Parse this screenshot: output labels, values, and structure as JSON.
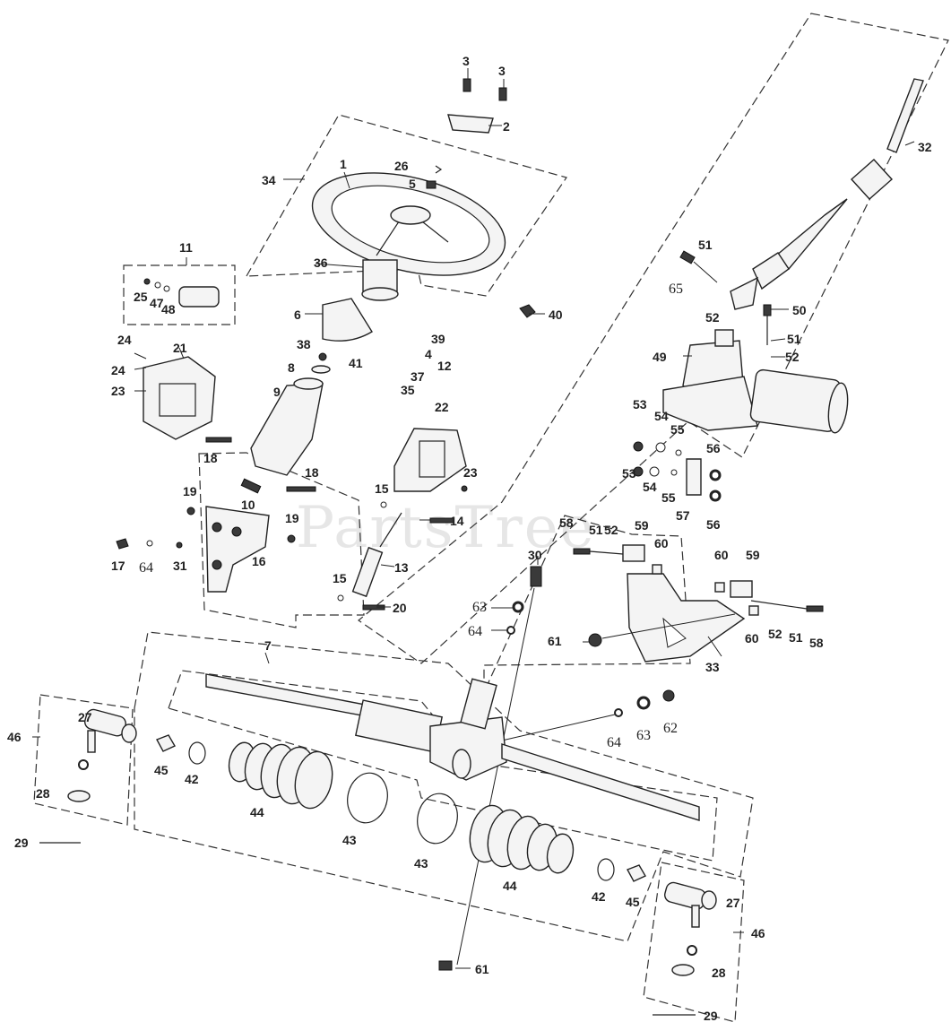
{
  "watermark": "PartsTree",
  "callouts": [
    {
      "id": "c-3a",
      "text": "3"
    },
    {
      "id": "c-3b",
      "text": "3"
    },
    {
      "id": "c-2",
      "text": "2"
    },
    {
      "id": "c-34",
      "text": "34"
    },
    {
      "id": "c-1",
      "text": "1"
    },
    {
      "id": "c-26",
      "text": "26"
    },
    {
      "id": "c-5",
      "text": "5"
    },
    {
      "id": "c-36",
      "text": "36"
    },
    {
      "id": "c-11",
      "text": "11"
    },
    {
      "id": "c-25",
      "text": "25"
    },
    {
      "id": "c-47",
      "text": "47"
    },
    {
      "id": "c-48",
      "text": "48"
    },
    {
      "id": "c-6",
      "text": "6"
    },
    {
      "id": "c-40",
      "text": "40"
    },
    {
      "id": "c-38",
      "text": "38"
    },
    {
      "id": "c-39",
      "text": "39"
    },
    {
      "id": "c-4",
      "text": "4"
    },
    {
      "id": "c-41",
      "text": "41"
    },
    {
      "id": "c-12",
      "text": "12"
    },
    {
      "id": "c-8",
      "text": "8"
    },
    {
      "id": "c-37",
      "text": "37"
    },
    {
      "id": "c-35",
      "text": "35"
    },
    {
      "id": "c-9",
      "text": "9"
    },
    {
      "id": "c-24a",
      "text": "24"
    },
    {
      "id": "c-24b",
      "text": "24"
    },
    {
      "id": "c-21",
      "text": "21"
    },
    {
      "id": "c-23a",
      "text": "23"
    },
    {
      "id": "c-22",
      "text": "22"
    },
    {
      "id": "c-23b",
      "text": "23"
    },
    {
      "id": "c-18a",
      "text": "18"
    },
    {
      "id": "c-18b",
      "text": "18"
    },
    {
      "id": "c-10",
      "text": "10"
    },
    {
      "id": "c-15a",
      "text": "15"
    },
    {
      "id": "c-14",
      "text": "14"
    },
    {
      "id": "c-19a",
      "text": "19"
    },
    {
      "id": "c-19b",
      "text": "19"
    },
    {
      "id": "c-17",
      "text": "17"
    },
    {
      "id": "c-64a",
      "text": "64"
    },
    {
      "id": "c-31",
      "text": "31"
    },
    {
      "id": "c-16",
      "text": "16"
    },
    {
      "id": "c-13",
      "text": "13"
    },
    {
      "id": "c-15b",
      "text": "15"
    },
    {
      "id": "c-20",
      "text": "20"
    },
    {
      "id": "c-32",
      "text": "32"
    },
    {
      "id": "c-51a",
      "text": "51"
    },
    {
      "id": "c-65",
      "text": "65"
    },
    {
      "id": "c-52a",
      "text": "52"
    },
    {
      "id": "c-50",
      "text": "50"
    },
    {
      "id": "c-51b",
      "text": "51"
    },
    {
      "id": "c-52b",
      "text": "52"
    },
    {
      "id": "c-49",
      "text": "49"
    },
    {
      "id": "c-53a",
      "text": "53"
    },
    {
      "id": "c-54a",
      "text": "54"
    },
    {
      "id": "c-55a",
      "text": "55"
    },
    {
      "id": "c-56a",
      "text": "56"
    },
    {
      "id": "c-53b",
      "text": "53"
    },
    {
      "id": "c-54b",
      "text": "54"
    },
    {
      "id": "c-55b",
      "text": "55"
    },
    {
      "id": "c-57",
      "text": "57"
    },
    {
      "id": "c-56b",
      "text": "56"
    },
    {
      "id": "c-58a",
      "text": "58"
    },
    {
      "id": "c-51c",
      "text": "51"
    },
    {
      "id": "c-52c",
      "text": "52"
    },
    {
      "id": "c-59a",
      "text": "59"
    },
    {
      "id": "c-60a",
      "text": "60"
    },
    {
      "id": "c-60b",
      "text": "60"
    },
    {
      "id": "c-59b",
      "text": "59"
    },
    {
      "id": "c-30",
      "text": "30"
    },
    {
      "id": "c-63a",
      "text": "63"
    },
    {
      "id": "c-64b",
      "text": "64"
    },
    {
      "id": "c-61a",
      "text": "61"
    },
    {
      "id": "c-60c",
      "text": "60"
    },
    {
      "id": "c-52d",
      "text": "52"
    },
    {
      "id": "c-51d",
      "text": "51"
    },
    {
      "id": "c-58b",
      "text": "58"
    },
    {
      "id": "c-33",
      "text": "33"
    },
    {
      "id": "c-7",
      "text": "7"
    },
    {
      "id": "c-27a",
      "text": "27"
    },
    {
      "id": "c-46a",
      "text": "46"
    },
    {
      "id": "c-45a",
      "text": "45"
    },
    {
      "id": "c-42a",
      "text": "42"
    },
    {
      "id": "c-28a",
      "text": "28"
    },
    {
      "id": "c-44a",
      "text": "44"
    },
    {
      "id": "c-29a",
      "text": "29"
    },
    {
      "id": "c-43a",
      "text": "43"
    },
    {
      "id": "c-43b",
      "text": "43"
    },
    {
      "id": "c-44b",
      "text": "44"
    },
    {
      "id": "c-42b",
      "text": "42"
    },
    {
      "id": "c-45b",
      "text": "45"
    },
    {
      "id": "c-27b",
      "text": "27"
    },
    {
      "id": "c-46b",
      "text": "46"
    },
    {
      "id": "c-28b",
      "text": "28"
    },
    {
      "id": "c-29b",
      "text": "29"
    },
    {
      "id": "c-64c",
      "text": "64"
    },
    {
      "id": "c-63b",
      "text": "63"
    },
    {
      "id": "c-62",
      "text": "62"
    },
    {
      "id": "c-61b",
      "text": "61"
    }
  ]
}
